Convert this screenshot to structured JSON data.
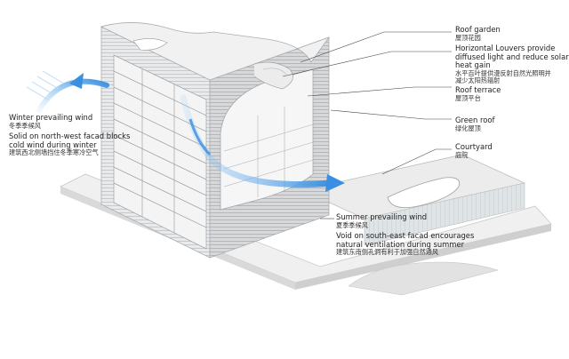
{
  "labels": {
    "roof_garden": {
      "en": "Roof garden",
      "cn": "屋顶花园"
    },
    "horizontal_louvers": {
      "en": [
        "Horizontal Louvers provide",
        "diffused light and reduce solar",
        "heat gain"
      ],
      "cn": [
        "水平百叶提供漫反射自然光照明并",
        "减少太阳热辐射"
      ]
    },
    "roof_terrace": {
      "en": "Roof terrace",
      "cn": "屋顶平台"
    },
    "green_roof": {
      "en": "Green roof",
      "cn": "绿化屋顶"
    },
    "courtyard": {
      "en": "Courtyard",
      "cn": "庭院"
    },
    "winter_wind": {
      "title_en": "Winter prevailing wind",
      "title_cn": "冬季季候风",
      "note_en": [
        "Solid on north-west facad blocks",
        "cold wind during winter"
      ],
      "note_cn": "建筑西北侧墙挡住冬季寒冷空气"
    },
    "summer_wind": {
      "title_en": "Summer prevailing wind",
      "title_cn": "夏季季候风",
      "note_en": [
        "Void on south-east facad encourages",
        "natural ventilation during summer"
      ],
      "note_cn": "建筑东南侧孔洞有利于加强自然通风"
    }
  },
  "colors": {
    "wind_arrow": "#3a8fe0",
    "leader_line": "#444444",
    "building": "#e6e7e8",
    "base": "#f0f0f0"
  }
}
